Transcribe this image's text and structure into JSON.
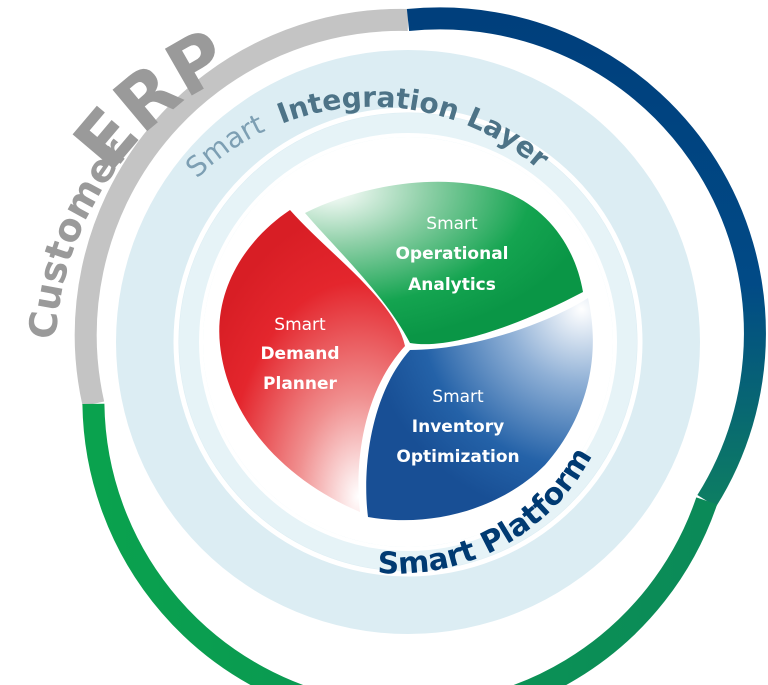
{
  "outer_ring": {
    "customer_word": "Customer",
    "erp_word": "ERP",
    "colors": {
      "gray": "#c4c4c4",
      "blue": "#004a88",
      "green": "#0aa14f"
    }
  },
  "integration_layer": {
    "prefix": "Smart",
    "name": "Integration Layer",
    "colors": {
      "prefix": "#7d9fb3",
      "name": "#4d7387",
      "band": "#dcedf3"
    }
  },
  "platform": {
    "label": "Smart Platform",
    "color": "#003a72"
  },
  "modules": {
    "demand": {
      "prefix": "Smart",
      "line1": "Demand",
      "line2": "Planner",
      "color": "#e2232a"
    },
    "operational": {
      "prefix": "Smart",
      "line1": "Operational",
      "line2": "Analytics",
      "color": "#0a9a47"
    },
    "inventory": {
      "prefix": "Smart",
      "line1": "Inventory",
      "line2": "Optimization",
      "color": "#1e5ea6"
    }
  }
}
